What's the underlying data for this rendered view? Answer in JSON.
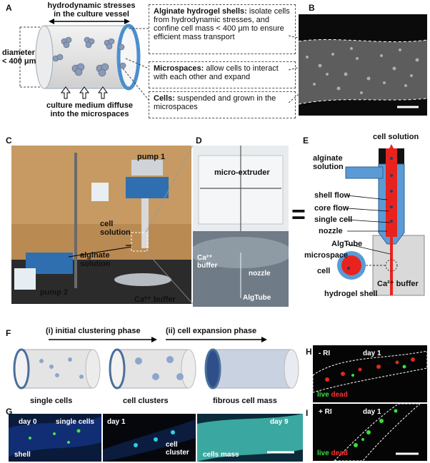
{
  "panel_labels": {
    "a": "A",
    "b": "B",
    "c": "C",
    "d": "D",
    "e": "E",
    "f": "F",
    "g": "G",
    "h": "H",
    "i": "I"
  },
  "panel_a": {
    "title_line1": "hydrodynamic stresses",
    "title_line2": "in the culture vessel",
    "diameter_line1": "diameter",
    "diameter_line2": "< 400 μm",
    "bottom_line1": "culture medium diffuse",
    "bottom_line2": "into the microspaces",
    "box1_bold": "Alginate hydrogel shells:",
    "box1_text": " isolate cells from hydrodynamic stresses, and confine cell mass < 400 μm to ensure efficient mass transport",
    "box2_bold": "Microspaces:",
    "box2_text": " allow cells to interact with each other and expand",
    "box3_bold": "Cells:",
    "box3_text": " suspended and grown in the microspaces"
  },
  "panel_c": {
    "pump1": "pump 1",
    "cell_solution_1": "cell",
    "cell_solution_2": "solution",
    "alginate_1": "alginate",
    "alginate_2": "solution",
    "pump2": "pump 2",
    "ca_buffer": "Ca²⁺ buffer"
  },
  "panel_d": {
    "micro_extruder": "micro-extruder",
    "ca_1": "Ca²⁺",
    "ca_2": "buffer",
    "nozzle": "nozzle",
    "algtube": "AlgTube"
  },
  "equals": "=",
  "panel_e": {
    "cell_solution": "cell solution",
    "alginate_1": "alginate",
    "alginate_2": "solution",
    "shell_flow": "shell flow",
    "core_flow": "core flow",
    "single_cell": "single cell",
    "nozzle": "nozzle",
    "algtube": "AlgTube",
    "microspace": "microspace",
    "cell": "cell",
    "ca_buffer": "Ca²⁺ buffer",
    "hydrogel_shell": "hydrogel shell"
  },
  "panel_f": {
    "phase1": "(i) initial clustering phase",
    "phase2": "(ii) cell expansion phase",
    "stage1": "single cells",
    "stage2": "cell clusters",
    "stage3": "fibrous cell mass"
  },
  "panel_g": {
    "day0": "day 0",
    "single_cells_1": "single cells",
    "shell": "shell",
    "day1": "day 1",
    "cell_1": "cell",
    "cluster": "cluster",
    "day9": "day 9",
    "cells_mass": "cells mass"
  },
  "panel_h": {
    "ri": "- RI",
    "day": "day 1",
    "live": "live",
    "dead": "dead"
  },
  "panel_i": {
    "ri": "+ RI",
    "day": "day 1",
    "live": "live",
    "dead": "dead"
  },
  "colors": {
    "shell_blue": "#5b9bd5",
    "core_red": "#e8231e",
    "live_green": "#38e038",
    "dead_red": "#ff3030"
  }
}
